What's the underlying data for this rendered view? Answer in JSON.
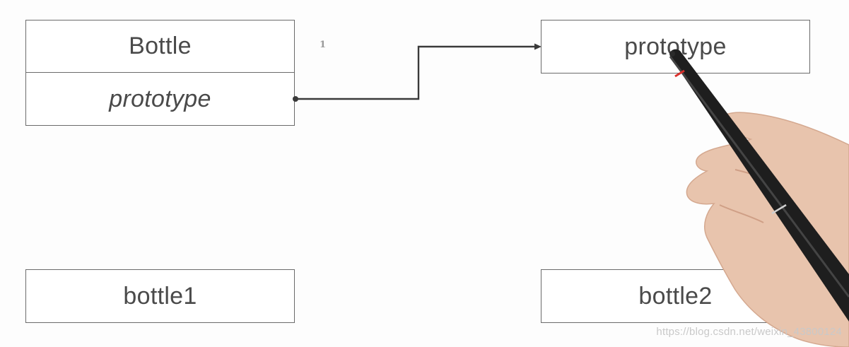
{
  "diagram": {
    "bottle_class": {
      "name": "Bottle",
      "property": "prototype"
    },
    "prototype_object": {
      "label": "prototype"
    },
    "instances": [
      {
        "label": "bottle1"
      },
      {
        "label": "bottle2"
      }
    ],
    "step_marker": "1",
    "colors": {
      "box_border": "#6b6b6b",
      "text": "#4a4a4a",
      "connector": "#3a3a3a"
    }
  },
  "watermark": "https://blog.csdn.net/weixin_43800124"
}
